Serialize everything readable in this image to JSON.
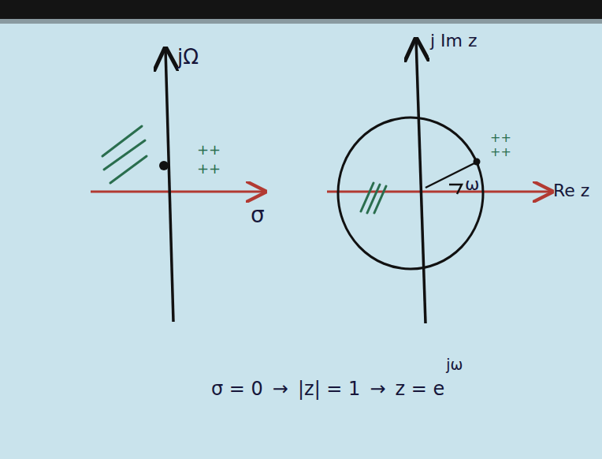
{
  "diagram": {
    "labels": [
      "jΩ",
      "σ",
      "++",
      "++",
      "j Im z",
      "Re z",
      "ω",
      "++",
      "++",
      "σ = 0",
      "→",
      "|z| = 1",
      "→",
      "z = e",
      "jω"
    ]
  }
}
